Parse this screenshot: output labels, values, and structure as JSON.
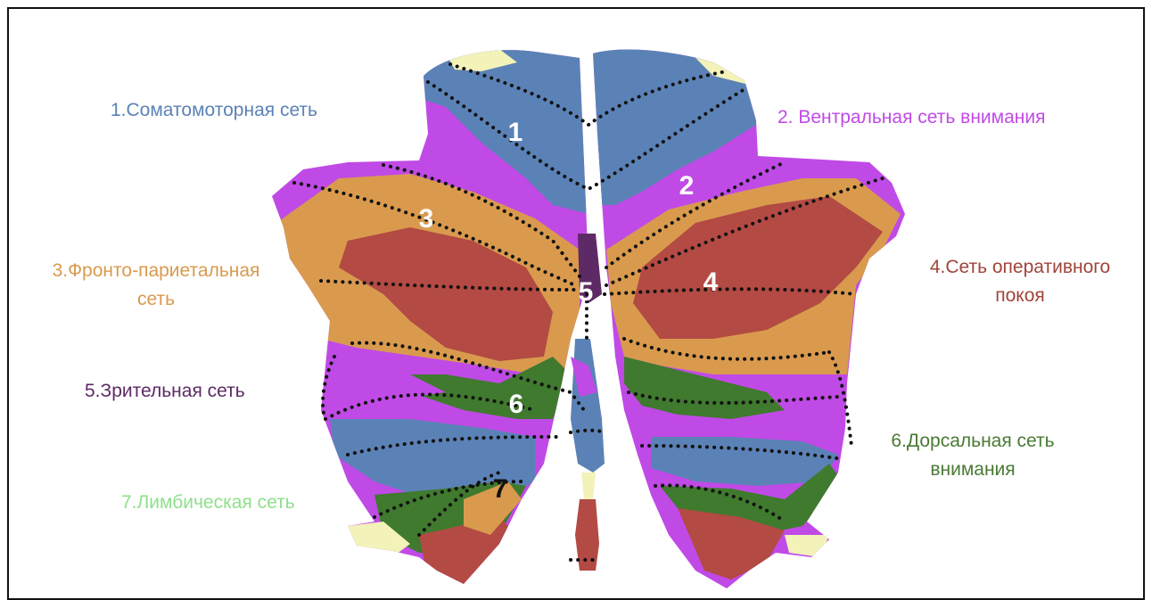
{
  "networks": [
    {
      "id": "somatomotor",
      "label": "1.Соматомоторная сеть",
      "number": "1",
      "color": "#5b82b6"
    },
    {
      "id": "ventral-attention",
      "label": "2. Вентральная сеть внимания",
      "number": "2",
      "color": "#c04ae6"
    },
    {
      "id": "frontoparietal",
      "label_line1": "3.Фронто-париетальная",
      "label_line2": "сеть",
      "number": "3",
      "color": "#d99a4e"
    },
    {
      "id": "default-mode",
      "label_line1": "4.Сеть оперативного",
      "label_line2": "покоя",
      "number": "4",
      "color": "#b34a43"
    },
    {
      "id": "visual",
      "label": "5.Зрительная сеть",
      "number": "5",
      "color": "#5e2a66"
    },
    {
      "id": "dorsal-attention",
      "label_line1": "6.Дорсальная сеть",
      "label_line2": "внимания",
      "number": "6",
      "color": "#4a7a35"
    },
    {
      "id": "limbic",
      "label": "7.Лимбическая сеть",
      "number": "7",
      "color": "#8ee08a"
    }
  ],
  "colors": {
    "somatomotor": "#5b82b6",
    "ventral_attention": "#c04ae6",
    "frontoparietal": "#d99a4e",
    "default_mode": "#b34a43",
    "visual": "#5e2a66",
    "dorsal_attention": "#3f7a2e",
    "limbic": "#f3f2b8",
    "border": "#111111",
    "number_text": "#ffffff",
    "number_text_dark": "#111111"
  }
}
